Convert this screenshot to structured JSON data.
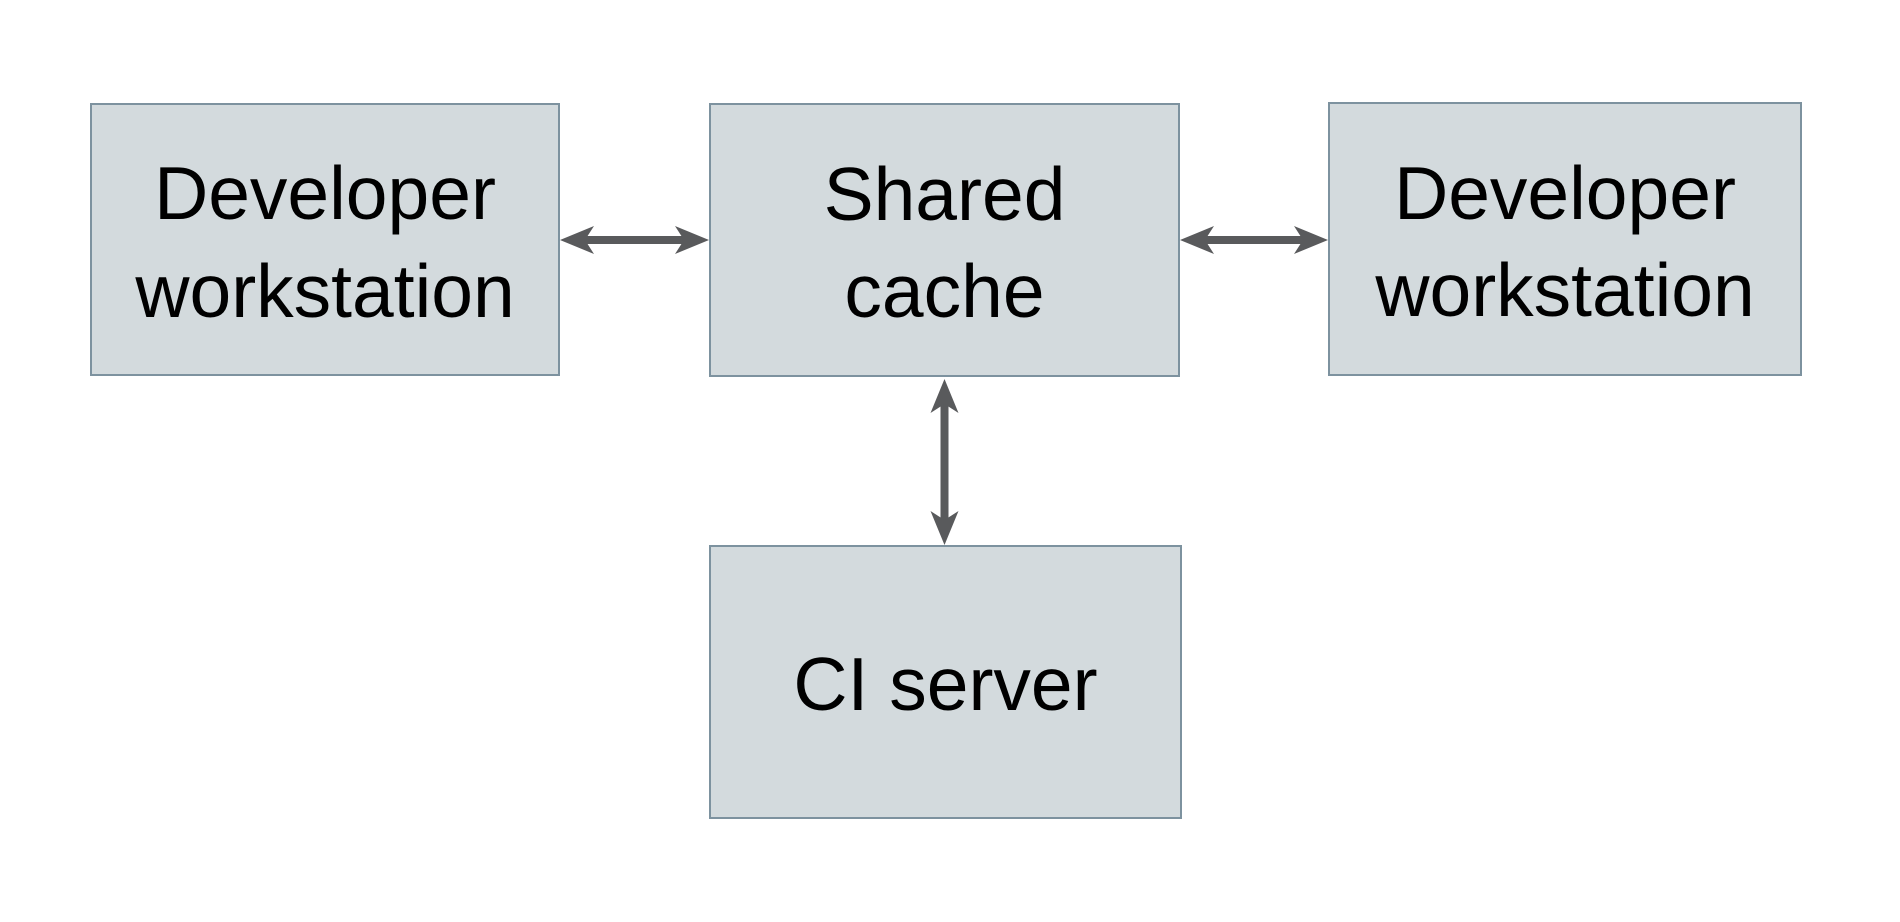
{
  "colors": {
    "background": "#ffffff",
    "node_fill": "#d3dadd",
    "node_border": "#7d929f",
    "arrow": "#595a5c",
    "text": "#000000"
  },
  "diagram": {
    "nodes": {
      "dev_left": {
        "label": "Developer workstation",
        "lines": [
          "Developer",
          "workstation"
        ]
      },
      "shared_cache": {
        "label": "Shared cache",
        "lines": [
          "Shared",
          "cache"
        ]
      },
      "dev_right": {
        "label": "Developer workstation",
        "lines": [
          "Developer",
          "workstation"
        ]
      },
      "ci_server": {
        "label": "CI server",
        "lines": [
          "CI server"
        ]
      }
    },
    "edges": [
      {
        "from": "Developer workstation (left)",
        "to": "Shared cache",
        "direction": "bidirectional"
      },
      {
        "from": "Developer workstation (right)",
        "to": "Shared cache",
        "direction": "bidirectional"
      },
      {
        "from": "CI server",
        "to": "Shared cache",
        "direction": "bidirectional"
      }
    ]
  }
}
